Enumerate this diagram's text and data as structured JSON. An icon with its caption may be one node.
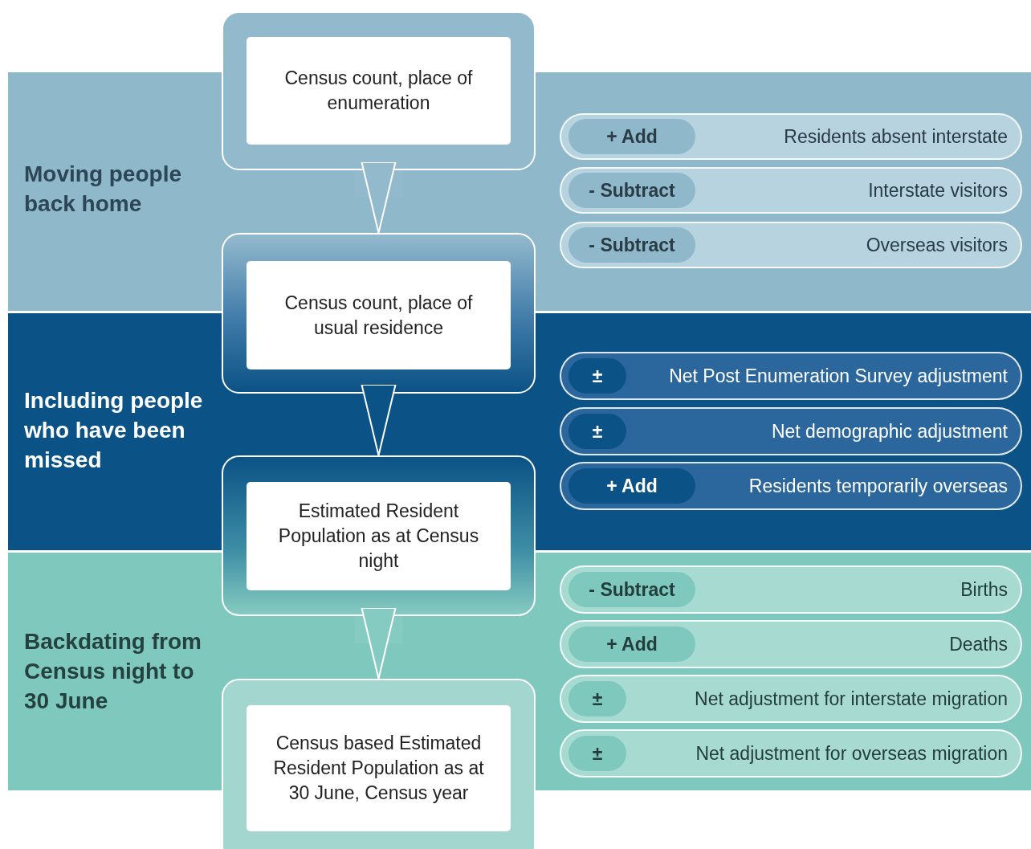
{
  "diagram": {
    "nodes": [
      {
        "text": [
          "Census count, place of enumeration"
        ]
      },
      {
        "text": [
          "Moving people back home"
        ]
      },
      {
        "text": [
          "+ Add",
          "Residents absent interstate"
        ],
        "in": 1
      },
      {
        "text": [
          "- Subtract",
          "Interstate visitors"
        ],
        "in": 1
      },
      {
        "text": [
          "- Subtract",
          "Overseas visitors"
        ],
        "in": 1
      },
      {
        "text": [
          "Census count, place of usual residence"
        ]
      },
      {
        "text": [
          "Including people who have been missed"
        ]
      },
      {
        "text": [
          "±",
          "Net Post Enumeration Survey adjustment"
        ],
        "in": 6
      },
      {
        "text": [
          "±",
          "Net demographic adjustment"
        ],
        "in": 6
      },
      {
        "text": [
          "+ Add",
          "Residents temporarily overseas"
        ],
        "in": 6
      },
      {
        "text": [
          "Estimated Resident Population as at Census night"
        ]
      },
      {
        "text": [
          "Backdating from Census night to 30 June"
        ]
      },
      {
        "text": [
          "- Subtract",
          "Births"
        ],
        "in": 11
      },
      {
        "text": [
          "+ Add",
          "Deaths"
        ],
        "in": 11
      },
      {
        "text": [
          "±",
          "Net adjustment for interstate migration"
        ],
        "in": 11
      },
      {
        "text": [
          "±",
          "Net adjustment for overseas migration"
        ],
        "in": 11
      },
      {
        "text": [
          "Census based Estimated Resident Population as at 30 June, Census year"
        ]
      }
    ],
    "edges": [
      {
        "from": 0,
        "to": 5,
        "arrow": "to",
        "color": "#93b9cd"
      },
      {
        "from": 5,
        "to": 10,
        "arrow": "to",
        "color": "#0b5286"
      },
      {
        "from": 10,
        "to": 16,
        "arrow": "to",
        "color": "#86cbc1"
      }
    ]
  }
}
